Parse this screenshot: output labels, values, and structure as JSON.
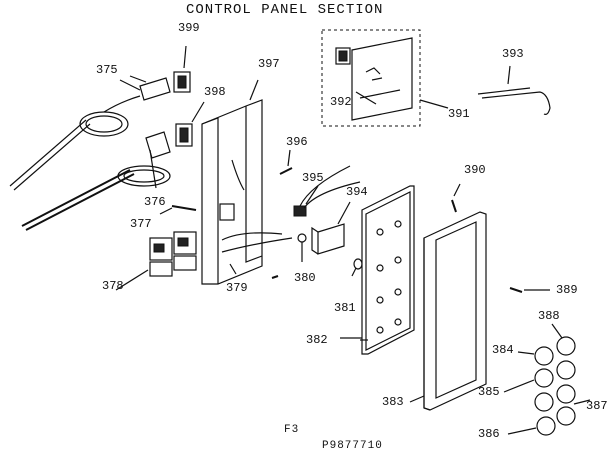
{
  "title": "CONTROL PANEL SECTION",
  "footer": {
    "figure": "F3",
    "code": "P9877710"
  },
  "parts": [
    "375",
    "376",
    "377",
    "378",
    "379",
    "380",
    "381",
    "382",
    "383",
    "384",
    "385",
    "386",
    "387",
    "388",
    "389",
    "390",
    "391",
    "392",
    "393",
    "394",
    "395",
    "396",
    "397",
    "398",
    "399"
  ]
}
